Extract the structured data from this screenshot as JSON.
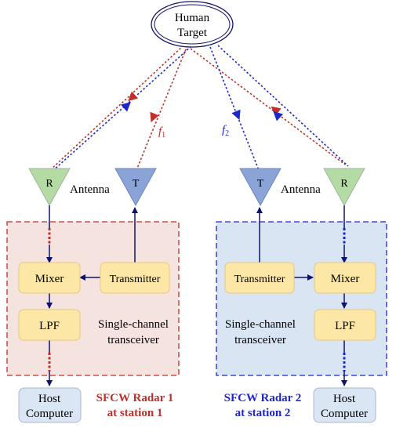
{
  "target": {
    "line1": "Human",
    "line2": "Target"
  },
  "freq": {
    "f1": "f",
    "f1_sub": "1",
    "f2": "f",
    "f2_sub": "2"
  },
  "radar1": {
    "receive_antenna": "R",
    "transmit_antenna": "T",
    "antenna_label": "Antenna",
    "mixer": "Mixer",
    "transmitter": "Transmitter",
    "lpf": "LPF",
    "transceiver_line1": "Single-channel",
    "transceiver_line2": "transceiver",
    "host_line1": "Host",
    "host_line2": "Computer",
    "title_line1": "SFCW Radar 1",
    "title_line2": "at station 1"
  },
  "radar2": {
    "transmit_antenna": "T",
    "receive_antenna": "R",
    "antenna_label": "Antenna",
    "transmitter": "Transmitter",
    "mixer": "Mixer",
    "lpf": "LPF",
    "transceiver_line1": "Single-channel",
    "transceiver_line2": "transceiver",
    "host_line1": "Host",
    "host_line2": "Computer",
    "title_line1": "SFCW Radar 2",
    "title_line2": "at station 2"
  },
  "colors": {
    "radar1_accent": "#c0302a",
    "radar2_accent": "#1e28c8",
    "navy": "#10136b",
    "box_fill": "#fce7a6",
    "box1_fill": "#f4e3df",
    "box2_fill": "#dae5f4",
    "host_fill": "#dae6f3",
    "receive_antenna_fill": "#b5dba4",
    "transmit_antenna_fill": "#8aa4d8"
  }
}
